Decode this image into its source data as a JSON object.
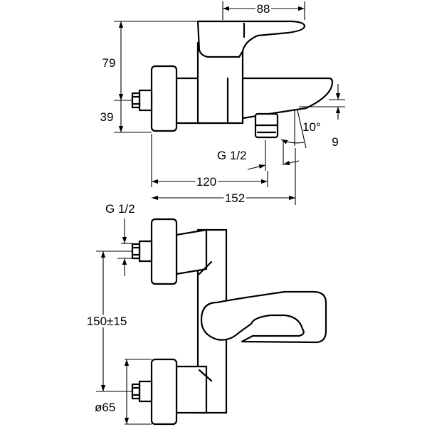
{
  "dimensions": {
    "width_top": "88",
    "height_upper": "79",
    "height_lower": "39",
    "angle": "10°",
    "spout_drop": "9",
    "thread_spout": "G 1/2",
    "length_120": "120",
    "length_152": "152",
    "thread_inlet": "G 1/2",
    "centers": "150±15",
    "rosette_diameter": "ø65"
  }
}
